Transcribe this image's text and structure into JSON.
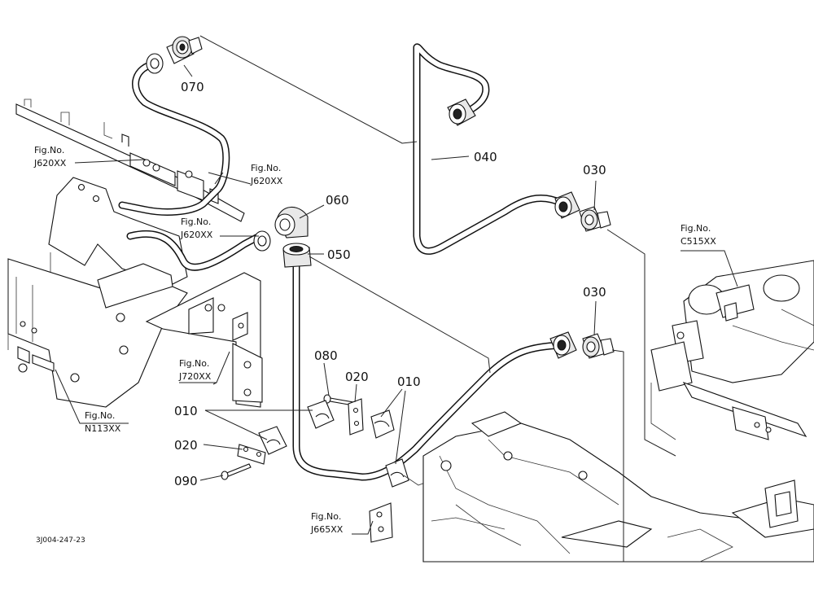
{
  "parts": [
    {
      "id": "p070",
      "text": "070"
    },
    {
      "id": "p040",
      "text": "040"
    },
    {
      "id": "p060",
      "text": "060"
    },
    {
      "id": "p050",
      "text": "050"
    },
    {
      "id": "p030a",
      "text": "030"
    },
    {
      "id": "p030b",
      "text": "030"
    },
    {
      "id": "p080",
      "text": "080"
    },
    {
      "id": "p020a",
      "text": "020"
    },
    {
      "id": "p010a",
      "text": "010"
    },
    {
      "id": "p010b",
      "text": "010"
    },
    {
      "id": "p020b",
      "text": "020"
    },
    {
      "id": "p090",
      "text": "090"
    }
  ],
  "figrefs": [
    {
      "id": "f1",
      "line1": "Fig.No.",
      "line2": "J620XX"
    },
    {
      "id": "f2",
      "line1": "Fig.No.",
      "line2": "J620XX"
    },
    {
      "id": "f3",
      "line1": "Fig.No.",
      "line2": "J620XX"
    },
    {
      "id": "f4",
      "line1": "Fig.No.",
      "line2": "C515XX"
    },
    {
      "id": "f5",
      "line1": "Fig.No.",
      "line2": "J720XX"
    },
    {
      "id": "f6",
      "line1": "Fig.No.",
      "line2": "N113XX"
    },
    {
      "id": "f7",
      "line1": "Fig.No.",
      "line2": "J665XX"
    }
  ],
  "drawing_code": "3J004-247-23"
}
